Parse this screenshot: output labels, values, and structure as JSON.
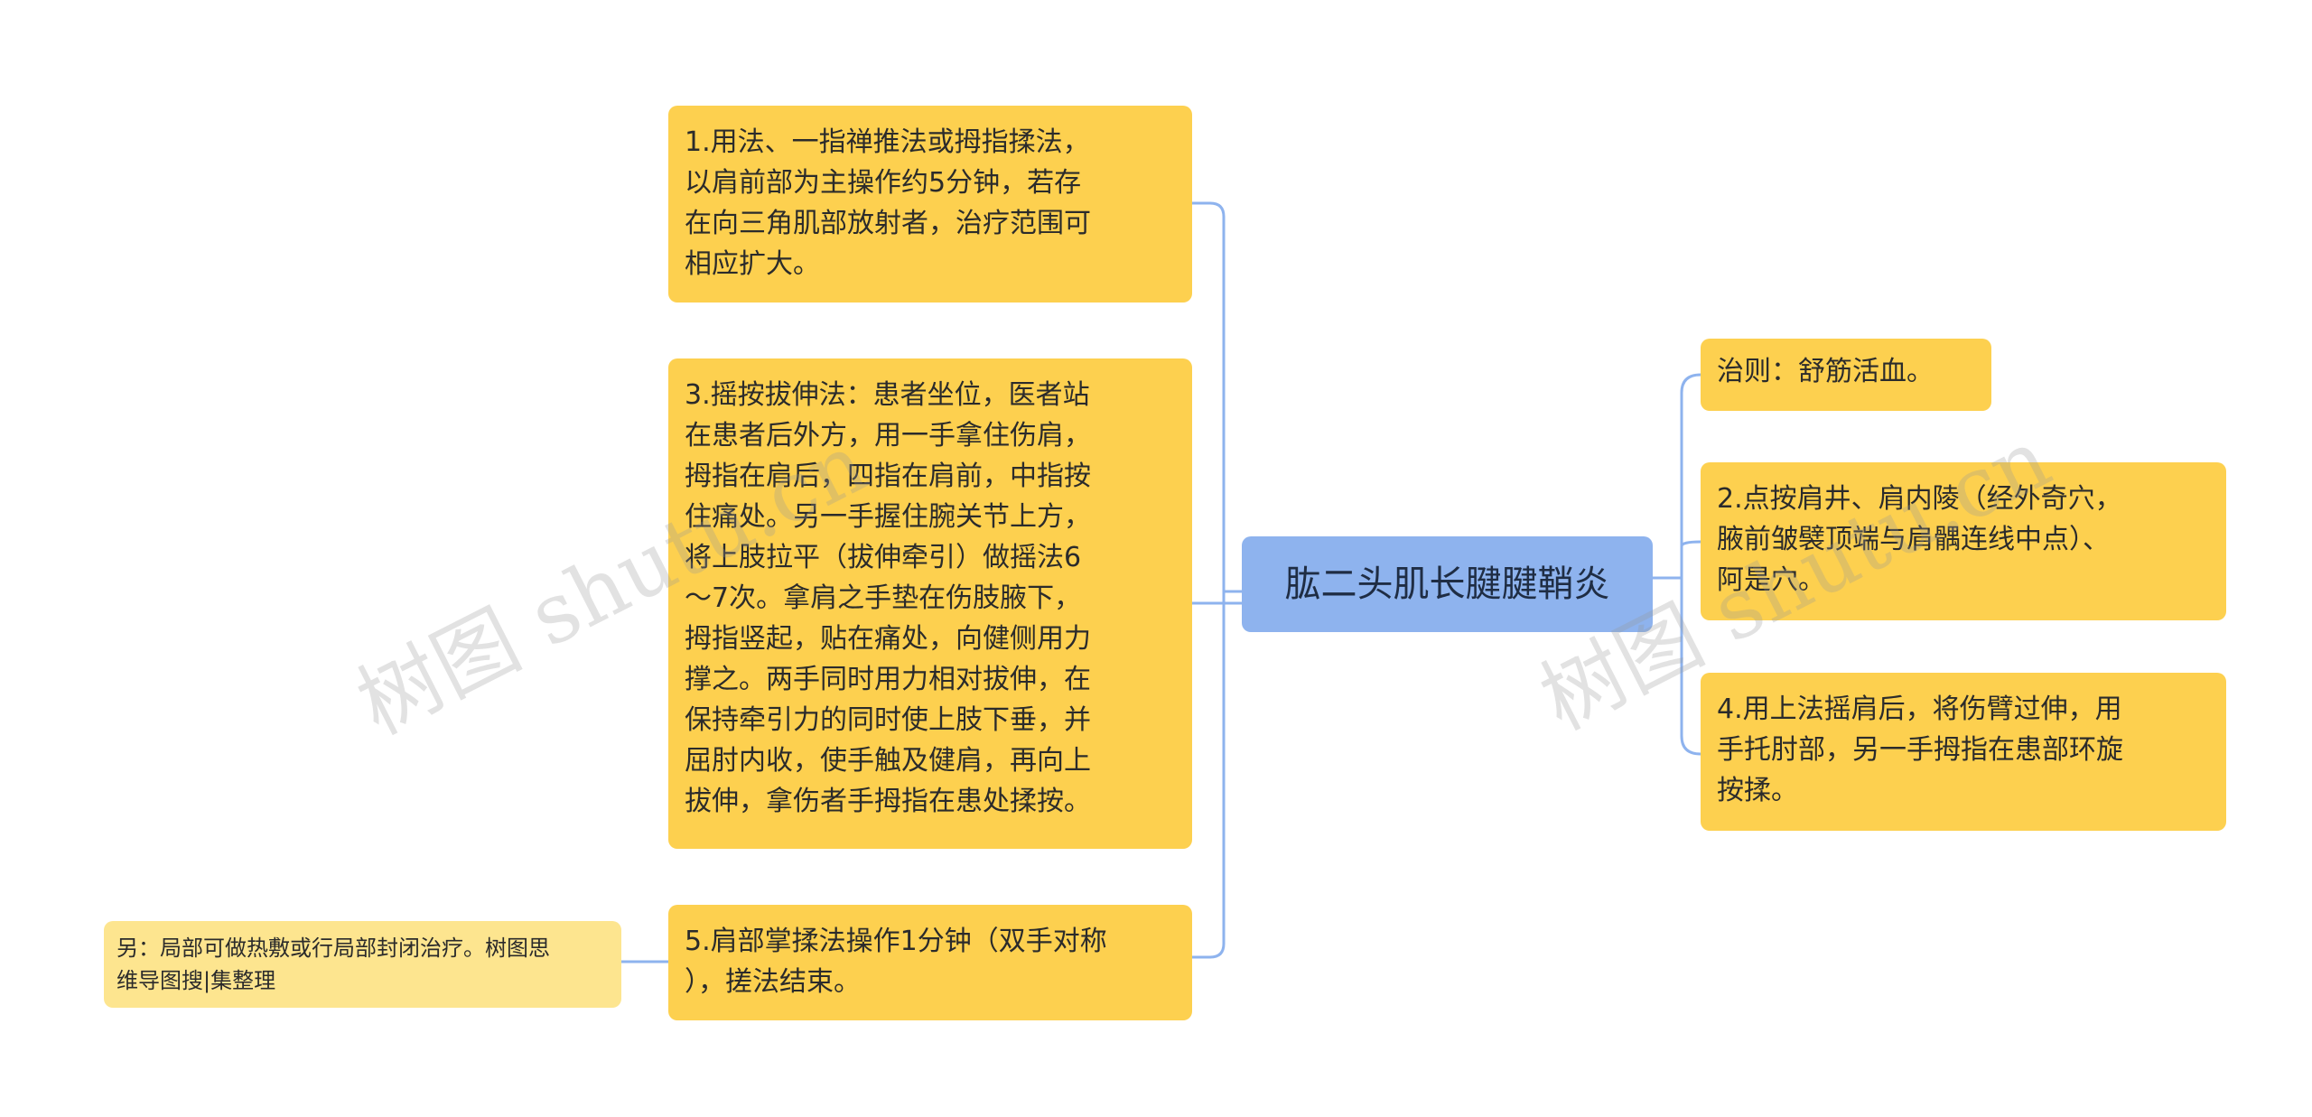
{
  "root": {
    "label": "肱二头肌长腱腱鞘炎"
  },
  "left": [
    {
      "id": "l1",
      "text": "1.用法、一指禅推法或拇指揉法，\n以肩前部为主操作约5分钟，若存\n在向三角肌部放射者，治疗范围可\n相应扩大。"
    },
    {
      "id": "l2",
      "text": "3.摇按拔伸法：患者坐位，医者站\n在患者后外方，用一手拿住伤肩，\n拇指在肩后，四指在肩前，中指按\n住痛处。另一手握住腕关节上方，\n将上肢拉平（拔伸牵引）做摇法6\n～7次。拿肩之手垫在伤肢腋下，\n拇指竖起，贴在痛处，向健侧用力\n撑之。两手同时用力相对拔伸，在\n保持牵引力的同时使上肢下垂，并\n屈肘内收，使手触及健肩，再向上\n拔伸，拿伤者手拇指在患处揉按。"
    },
    {
      "id": "l3",
      "text": "5.肩部掌揉法操作1分钟（双手对称\n），搓法结束。"
    }
  ],
  "note": {
    "text": "另：局部可做热敷或行局部封闭治疗。树图思\n维导图搜|集整理"
  },
  "right": [
    {
      "id": "r1",
      "text": "治则：舒筋活血。"
    },
    {
      "id": "r2",
      "text": "2.点按肩井、肩内陵（经外奇穴，\n腋前皱襞顶端与肩髃连线中点）、\n阿是穴。"
    },
    {
      "id": "r3",
      "text": "4.用上法摇肩后，将伤臂过伸，用\n手托肘部，另一手拇指在患部环旋\n按揉。"
    }
  ],
  "watermarks": [
    "树图 shutu.cn",
    "树图 shutu.cn"
  ],
  "colors": {
    "root": "#8eb3ee",
    "leaf": "#fdd04f",
    "note": "#fde58f",
    "connector": "#8eb3ee"
  }
}
